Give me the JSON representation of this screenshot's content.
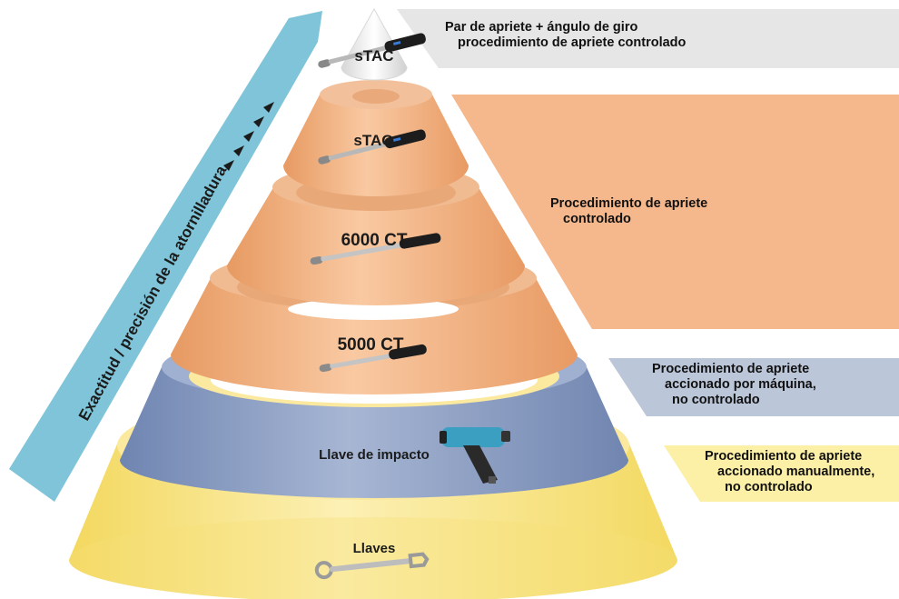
{
  "arrow": {
    "label": "Exactitud / precisión de la atornilladura"
  },
  "tiers": [
    {
      "id": "stac-top",
      "label": "sTAC",
      "description": [
        "Par de apriete + ángulo de giro",
        "procedimiento de apriete controlado"
      ]
    },
    {
      "id": "stac",
      "label": "sTAC"
    },
    {
      "id": "6000ct",
      "label": "6000 CT"
    },
    {
      "id": "5000ct",
      "label": "5000 CT"
    },
    {
      "id": "impact",
      "label": "Llave de impacto"
    },
    {
      "id": "wrenches",
      "label": "Llaves"
    }
  ],
  "bands": {
    "controlled": [
      "Procedimiento de apriete",
      "controlado"
    ],
    "machine": [
      "Procedimiento de apriete",
      "accionado por máquina,",
      "no controlado"
    ],
    "manual": [
      "Procedimiento de apriete",
      "accionado manualmente,",
      "no controlado"
    ]
  },
  "colors": {
    "top_band": "#e6e6e6",
    "orange_band": "#f5b88c",
    "blue_band": "#bcc6d9",
    "yellow_band": "#fcefa6",
    "arrow": "#7fc4d8",
    "orange_tier": "#f1b58b",
    "blue_tier": "#8ea2c6",
    "yellow_tier": "#f6e27e"
  }
}
